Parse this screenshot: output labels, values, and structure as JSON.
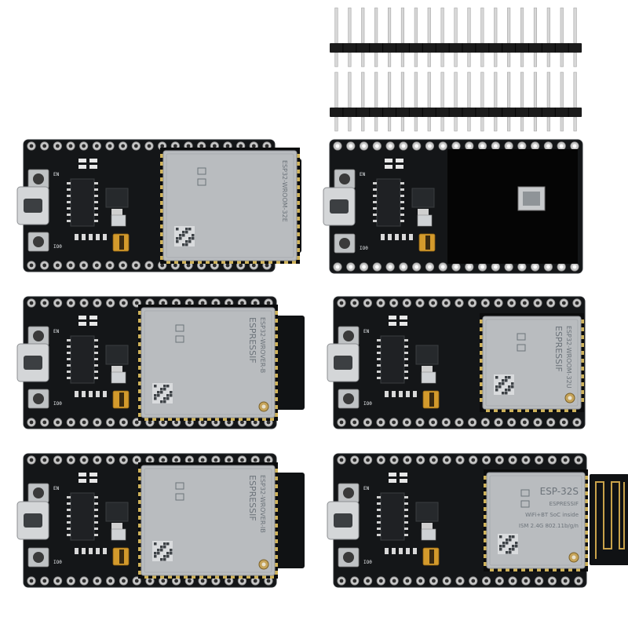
{
  "scene": {
    "background": "#ffffff",
    "pcb_color": "#141618",
    "header_plastic": "#1b1b1b",
    "pin_metal": "#d7d7d7",
    "shield_metal": "#b9bcbf"
  },
  "pin_headers": {
    "count": 2,
    "pins_per_header": 19
  },
  "boards": [
    {
      "id": "b1",
      "module_text": [
        "ESP32-WROOM-32E"
      ],
      "button_labels": [
        "EN",
        "IO0"
      ],
      "antenna": "pcb-trace"
    },
    {
      "id": "b2",
      "module_text": [],
      "button_labels": [
        "EN",
        "IO0"
      ],
      "antenna": "none"
    },
    {
      "id": "b3",
      "module_text": [
        "ESP32-WROVER-B",
        "ESPRESSIF"
      ],
      "button_labels": [
        "EN",
        "IO0"
      ],
      "antenna": "pcb-trace"
    },
    {
      "id": "b4",
      "module_text": [
        "ESP32-WROOM-32U",
        "ESPRESSIF"
      ],
      "button_labels": [
        "EN",
        "IO0"
      ],
      "antenna": "ipex-connector"
    },
    {
      "id": "b5",
      "module_text": [
        "ESP32-WROVER-IB",
        "ESPRESSIF"
      ],
      "button_labels": [
        "EN",
        "IO0"
      ],
      "antenna": "pcb-trace"
    },
    {
      "id": "b6",
      "module_text": [
        "ESP-32S",
        "ESPRESSIF",
        "WiFi+BT SoC inside",
        "ISM 2.4G 802.11b/g/n"
      ],
      "button_labels": [
        "EN",
        "IO0"
      ],
      "antenna": "pcb-trace-exposed"
    }
  ]
}
